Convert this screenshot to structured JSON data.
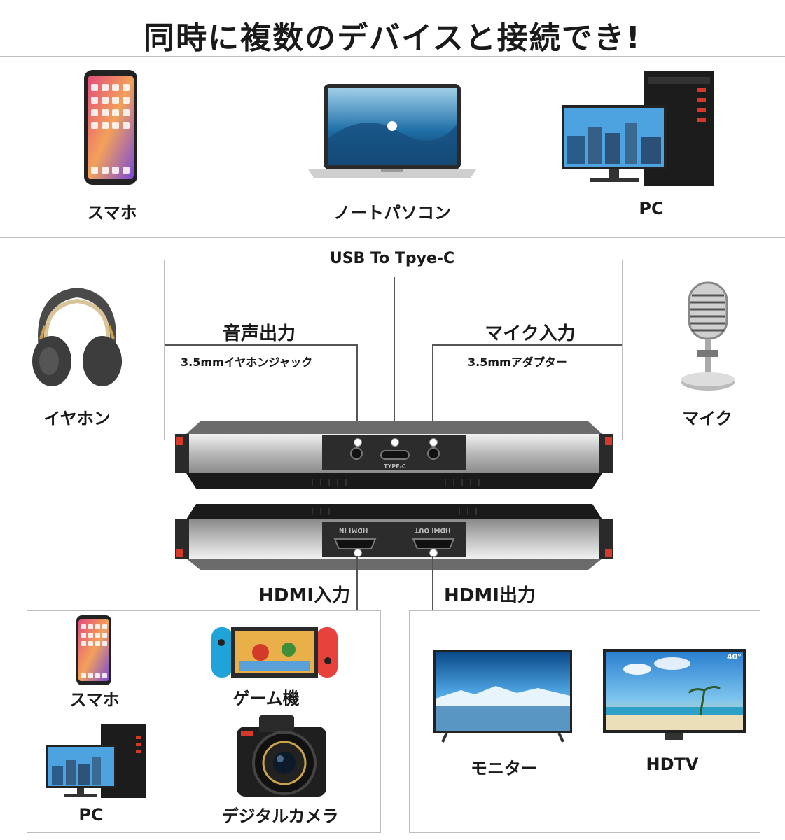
{
  "title": "同時に複数のデバイスと接続でき!",
  "top_devices": {
    "phone": "スマホ",
    "laptop": "ノートパソコン",
    "pc": "PC"
  },
  "center": {
    "usb_label": "USB To Tpye-C",
    "audio_out": "音声出力",
    "audio_out_sub": "3.5mmイヤホンジャック",
    "mic_in": "マイク入力",
    "mic_in_sub": "3.5mmアダプター",
    "earphone": "イヤホン",
    "mic": "マイク",
    "port_type_c": "TYPE-C",
    "port_hdmi_in": "HDMI IN",
    "port_hdmi_out": "HDMI OUT"
  },
  "bottom": {
    "hdmi_in": "HDMI入力",
    "hdmi_out": "HDMI出力",
    "inputs": {
      "phone": "スマホ",
      "game": "ゲーム機",
      "pc": "PC",
      "camera": "デジタルカメラ"
    },
    "outputs": {
      "monitor": "モニター",
      "hdtv": "HDTV",
      "tv_badge": "40°"
    }
  },
  "colors": {
    "accent_red": "#d43a2a",
    "switch_blue": "#1fa3d8",
    "switch_red": "#e8423c",
    "sky": "#4da3e0"
  },
  "icons": [
    "smartphone-icon",
    "laptop-icon",
    "desktop-pc-icon",
    "headphones-icon",
    "microphone-icon",
    "capture-device-icon",
    "game-console-icon",
    "camera-icon",
    "monitor-icon",
    "tv-icon"
  ]
}
